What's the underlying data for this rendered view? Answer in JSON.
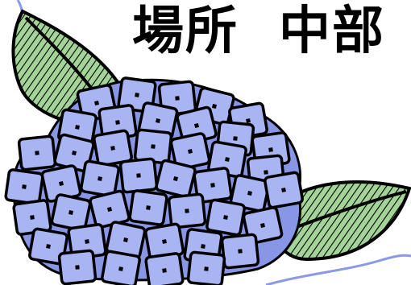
{
  "headline": {
    "label": "場所",
    "value": "中部"
  },
  "colors": {
    "petal": "#a9b4f2",
    "petal_dark": "#8797e6",
    "leaf": "#a5d49a",
    "outline": "#000000",
    "squiggle": "#8a98e6",
    "text": "#000000"
  },
  "icons": {
    "flower": "hydrangea-illustration",
    "leaf": "leaf-illustration"
  }
}
